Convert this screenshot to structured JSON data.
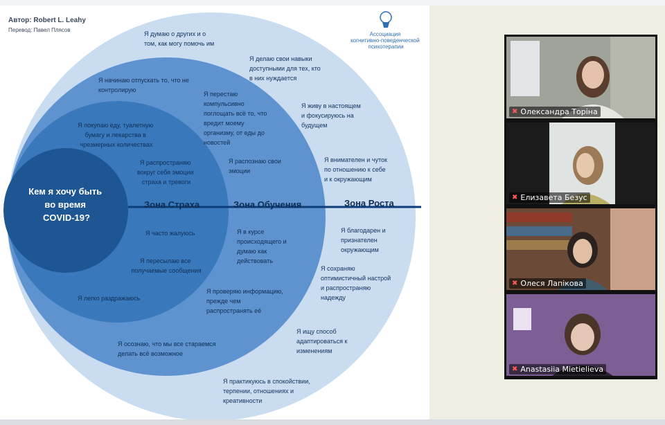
{
  "slide": {
    "author": "Автор: Robert L. Leahy",
    "translation": "Перевод: Павел Плясов",
    "org_logo_lines": [
      "Ассоциация",
      "когнитивно-поведенческой",
      "психотерапии"
    ],
    "center_lines": [
      "Кем я хочу быть",
      "во время",
      "COVID-19?"
    ],
    "zones": {
      "fear": "Зона Страха",
      "learning": "Зона Обучения",
      "growth": "Зона Роста"
    },
    "fear_items": [
      [
        "Я покупаю еду, туалетную",
        "бумагу и лекарства в",
        "чрезмерных количествах"
      ],
      [
        "Я распространяю",
        "вокруг себя эмоции",
        "страха и тревоги"
      ],
      [
        "Я часто жалуюсь"
      ],
      [
        "Я пересылаю все",
        "получаемые сообщения"
      ],
      [
        "Я легко раздражаюсь"
      ]
    ],
    "learning_items": [
      [
        "Я начинаю отпускать то, что не",
        "контролирую"
      ],
      [
        "Я перестаю",
        "компульсивно",
        "поглощать всё то, что",
        "вредит моему",
        "организму, от еды до",
        "новостей"
      ],
      [
        "Я распознаю свои",
        "эмоции"
      ],
      [
        "Я в курсе",
        "происходящего и",
        "думаю как",
        "действовать"
      ],
      [
        "Я проверяю информацию,",
        "прежде чем",
        "распространять её"
      ],
      [
        "Я осознаю, что мы все стараемся",
        "делать всё возможное"
      ]
    ],
    "growth_items": [
      [
        "Я думаю о других и о",
        "том, как могу помочь им"
      ],
      [
        "Я делаю свои навыки",
        "доступными для тех, кто",
        "в них нуждается"
      ],
      [
        "Я живу в настоящем",
        "и фокусируюсь на",
        "будущем"
      ],
      [
        "Я внимателен и чуток",
        "по отношению к себе",
        "и к окружающим"
      ],
      [
        "Я благодарен и",
        "признателен",
        "окружающим"
      ],
      [
        "Я сохраняю",
        "оптимистичный настрой",
        "и распространяю",
        "надежду"
      ],
      [
        "Я ищу способ",
        "адаптироваться к",
        "изменениям"
      ],
      [
        "Я практикуюсь в спокойствии,",
        "терпении, отношениях и",
        "креативности"
      ]
    ]
  },
  "colors": {
    "outer": "#c9dcf0",
    "middle": "#5e93cf",
    "inner": "#2f6eb3",
    "center": "#1e5593",
    "line": "#0c3d78",
    "text_dark": "#12335f"
  },
  "participants": [
    {
      "name": "Олександра Торіна"
    },
    {
      "name": "Елизавета Безус"
    },
    {
      "name": "Олеся Лапікова"
    },
    {
      "name": "Anastasiia Mietielieva"
    }
  ]
}
